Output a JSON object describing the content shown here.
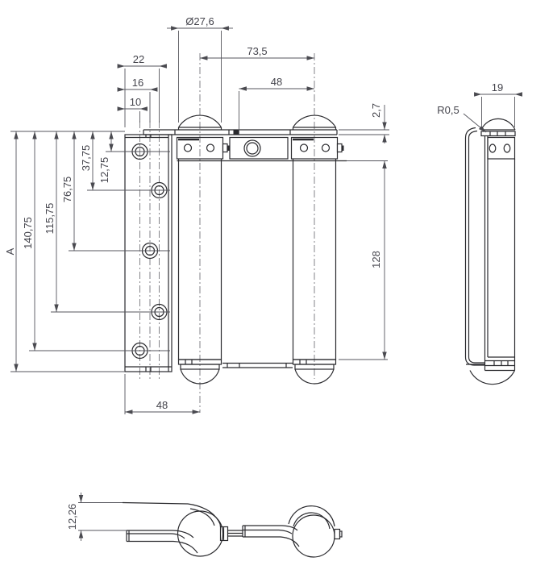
{
  "drawing": {
    "kind": "technical drawing",
    "colors": {
      "outline": "#2a2a2e",
      "dimension_lines": "#55555c",
      "text": "#44444c",
      "background": "#ffffff"
    }
  },
  "dims": {
    "front": {
      "barrel_diameter": "Ø27,6",
      "pin_center_distance": "73,5",
      "pin_to_leaf_top": "48",
      "leaf_width": "22",
      "hole_col_b": "16",
      "hole_col_a": "10",
      "cap_plate_thickness": "2,7",
      "hole1": "12,75",
      "hole2": "37,75",
      "hole3": "76,75",
      "hole4": "115,75",
      "hole5": "140,75",
      "overall_length": "A",
      "barrel_length": "128",
      "pin_to_leaf_bottom": "48"
    },
    "side": {
      "knuckle_width": "19",
      "edge_radius": "R0,5"
    },
    "top": {
      "leaf_plane_offset": "12,26"
    }
  }
}
